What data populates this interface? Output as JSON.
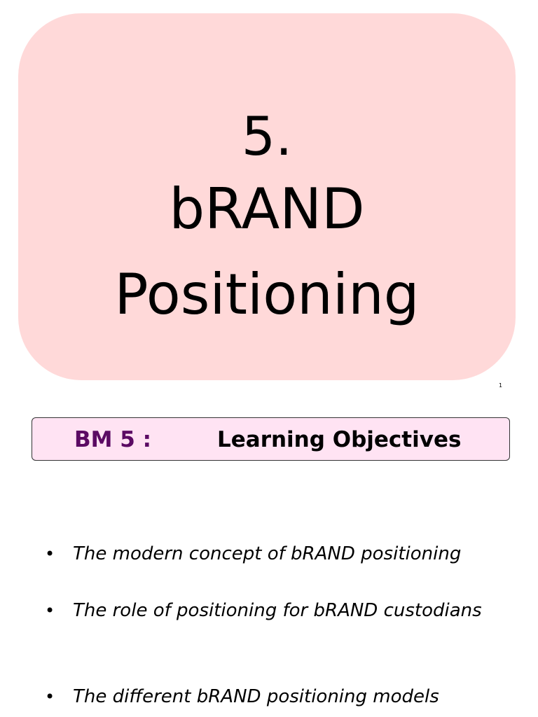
{
  "title_slide": {
    "number": "5.",
    "line1": "bRAND",
    "line2": "Positioning",
    "background": "#ffd9d9"
  },
  "page_number": "1",
  "objectives_banner": {
    "code": "BM 5 :",
    "title": "Learning Objectives",
    "background": "#ffe3f3",
    "code_color": "#5b0a63"
  },
  "objectives": [
    {
      "bullet": "•",
      "text": "The modern concept of bRAND positioning"
    },
    {
      "bullet": "•",
      "text": "The role of positioning for bRAND custodians"
    },
    {
      "bullet": "•",
      "text": "The different  bRAND positioning models"
    }
  ]
}
